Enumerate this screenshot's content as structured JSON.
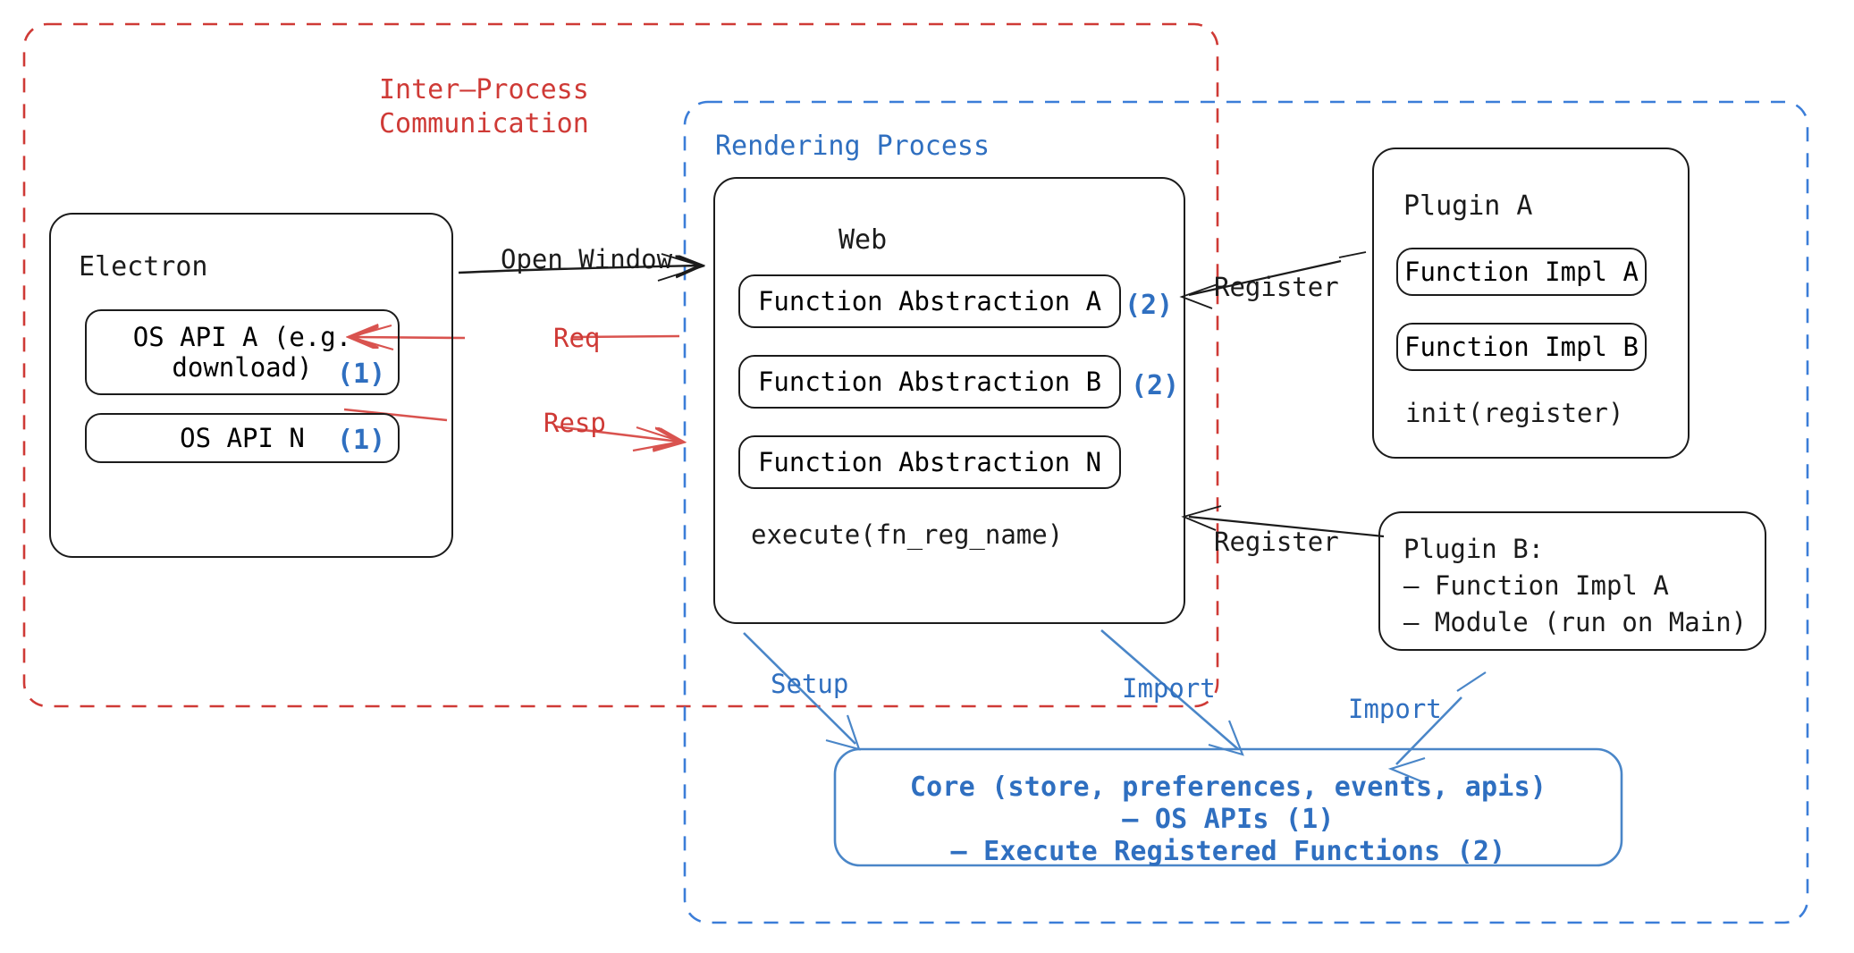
{
  "diagram": {
    "title_ipc": "Inter–Process\nCommunication",
    "title_rendering": "Rendering Process",
    "colors": {
      "ipc_red": "#cf3a36",
      "process_blue": "#2f6fc0",
      "marker_blue": "#2f6fc0",
      "stroke_black": "#1b1b1b"
    }
  },
  "electron": {
    "title": "Electron",
    "apis": [
      {
        "label": "OS API A (e.g.\ndownload)",
        "marker": "(1)"
      },
      {
        "label": "OS API N",
        "marker": "(1)"
      }
    ]
  },
  "web": {
    "title": "Web",
    "abstractions": [
      {
        "label": "Function Abstraction A",
        "marker": "(2)"
      },
      {
        "label": "Function Abstraction B",
        "marker": "(2)"
      },
      {
        "label": "Function Abstraction N",
        "marker": ""
      }
    ],
    "execute": "execute(fn_reg_name)"
  },
  "plugin_a": {
    "title": "Plugin A",
    "impls": [
      "Function Impl A",
      "Function Impl B"
    ],
    "init": "init(register)"
  },
  "plugin_b": {
    "lines": "Plugin B:\n– Function Impl A\n– Module (run on Main)"
  },
  "core": {
    "line1": "Core (store, preferences, events, apis)",
    "line2": "– OS APIs (1)",
    "line3": "– Execute Registered Functions (2)"
  },
  "arrows": {
    "open_window": "Open Window",
    "req": "Req",
    "resp": "Resp",
    "register_top": "Register",
    "register_bottom": "Register",
    "setup": "Setup",
    "import_left": "Import",
    "import_right": "Import"
  }
}
